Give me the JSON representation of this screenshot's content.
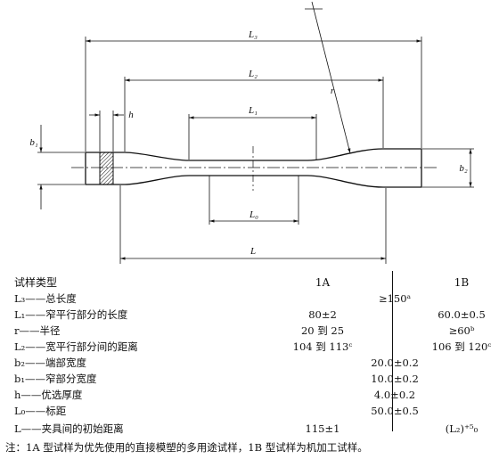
{
  "drawing": {
    "labels": {
      "L3": "L₃",
      "L2": "L₂",
      "L1": "L₁",
      "L0": "L₀",
      "L": "L",
      "h": "h",
      "b1": "b₁",
      "b2": "b₂",
      "r": "r"
    }
  },
  "table": {
    "header": {
      "name": "试样类型",
      "col_1a": "1A",
      "col_1b": "1B"
    },
    "rows": [
      {
        "name": "L₃——总长度",
        "v1a": "",
        "mid": "≥150ᵃ",
        "v1b": ""
      },
      {
        "name": "L₁——窄平行部分的长度",
        "v1a": "80±2",
        "mid": "",
        "v1b": "60.0±0.5"
      },
      {
        "name": "r——半径",
        "v1a": "20 到 25",
        "mid": "",
        "v1b": "≥60ᵇ"
      },
      {
        "name": "L₂——宽平行部分间的距离",
        "v1a": "104 到 113ᶜ",
        "mid": "",
        "v1b": "106 到 120ᶜ"
      },
      {
        "name": "b₂——端部宽度",
        "v1a": "",
        "mid": "20.0±0.2",
        "v1b": ""
      },
      {
        "name": "b₁——窄部分宽度",
        "v1a": "",
        "mid": "10.0±0.2",
        "v1b": ""
      },
      {
        "name": "h——优选厚度",
        "v1a": "",
        "mid": "4.0±0.2",
        "v1b": ""
      },
      {
        "name": "L₀——标距",
        "v1a": "",
        "mid": "50.0±0.5",
        "v1b": ""
      },
      {
        "name": "L——夹具间的初始距离",
        "v1a": "115±1",
        "mid": "",
        "v1b": "(L₂)⁺⁵₀"
      }
    ]
  },
  "note": "注：1A 型试样为优先使用的直接模塑的多用途试样，1B 型试样为机加工试样。"
}
